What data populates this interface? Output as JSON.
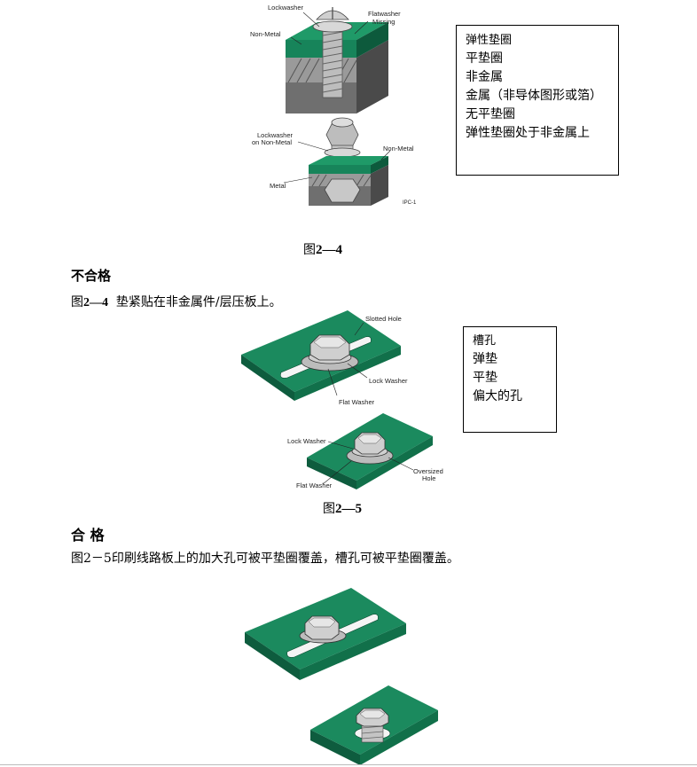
{
  "figure1": {
    "labels": {
      "lockwasher": "Lockwasher",
      "flatwasher": "Flatwasher",
      "missing": "Missing",
      "non_metal_top": "Non-Metal",
      "lockwasher_on": "Lockwasher",
      "on_non_metal": "on Non-Metal",
      "non_metal_right": "Non-Metal",
      "metal": "Metal",
      "ipc": "IPC-1"
    },
    "legend": [
      "弹性垫圈",
      "平垫圈",
      "非金属",
      "金属（非导体图形或箔）",
      "无平垫圈",
      "弹性垫圈处于非金属上"
    ],
    "caption_prefix": "图",
    "caption_num": "2—4"
  },
  "section_bad": {
    "heading": "不合格",
    "text_prefix": "图",
    "text_num": "2—4",
    "text_body": "垫紧贴在非金属件/层压板上。"
  },
  "figure2": {
    "labels": {
      "slotted_hole": "Slotted Hole",
      "lock_washer_1": "Lock Washer",
      "flat_washer_1": "Flat Washer",
      "lock_washer_2": "Lock Washer",
      "oversized": "Oversized",
      "hole": "Hole",
      "flat_washer_2": "Flat Washer"
    },
    "legend": [
      "槽孔",
      "弹垫",
      "平垫",
      "偏大的孔"
    ],
    "caption_prefix": "图",
    "caption_num": "2—5"
  },
  "section_good": {
    "heading": "合 格",
    "text": "图2－5印刷线路板上的加大孔可被平垫圈覆盖，槽孔可被平垫圈覆盖。"
  },
  "colors": {
    "board": "#17845a",
    "board_dark": "#0d5a3c",
    "metal": "#8a8a8a",
    "bolt": "#c8c8c8"
  }
}
